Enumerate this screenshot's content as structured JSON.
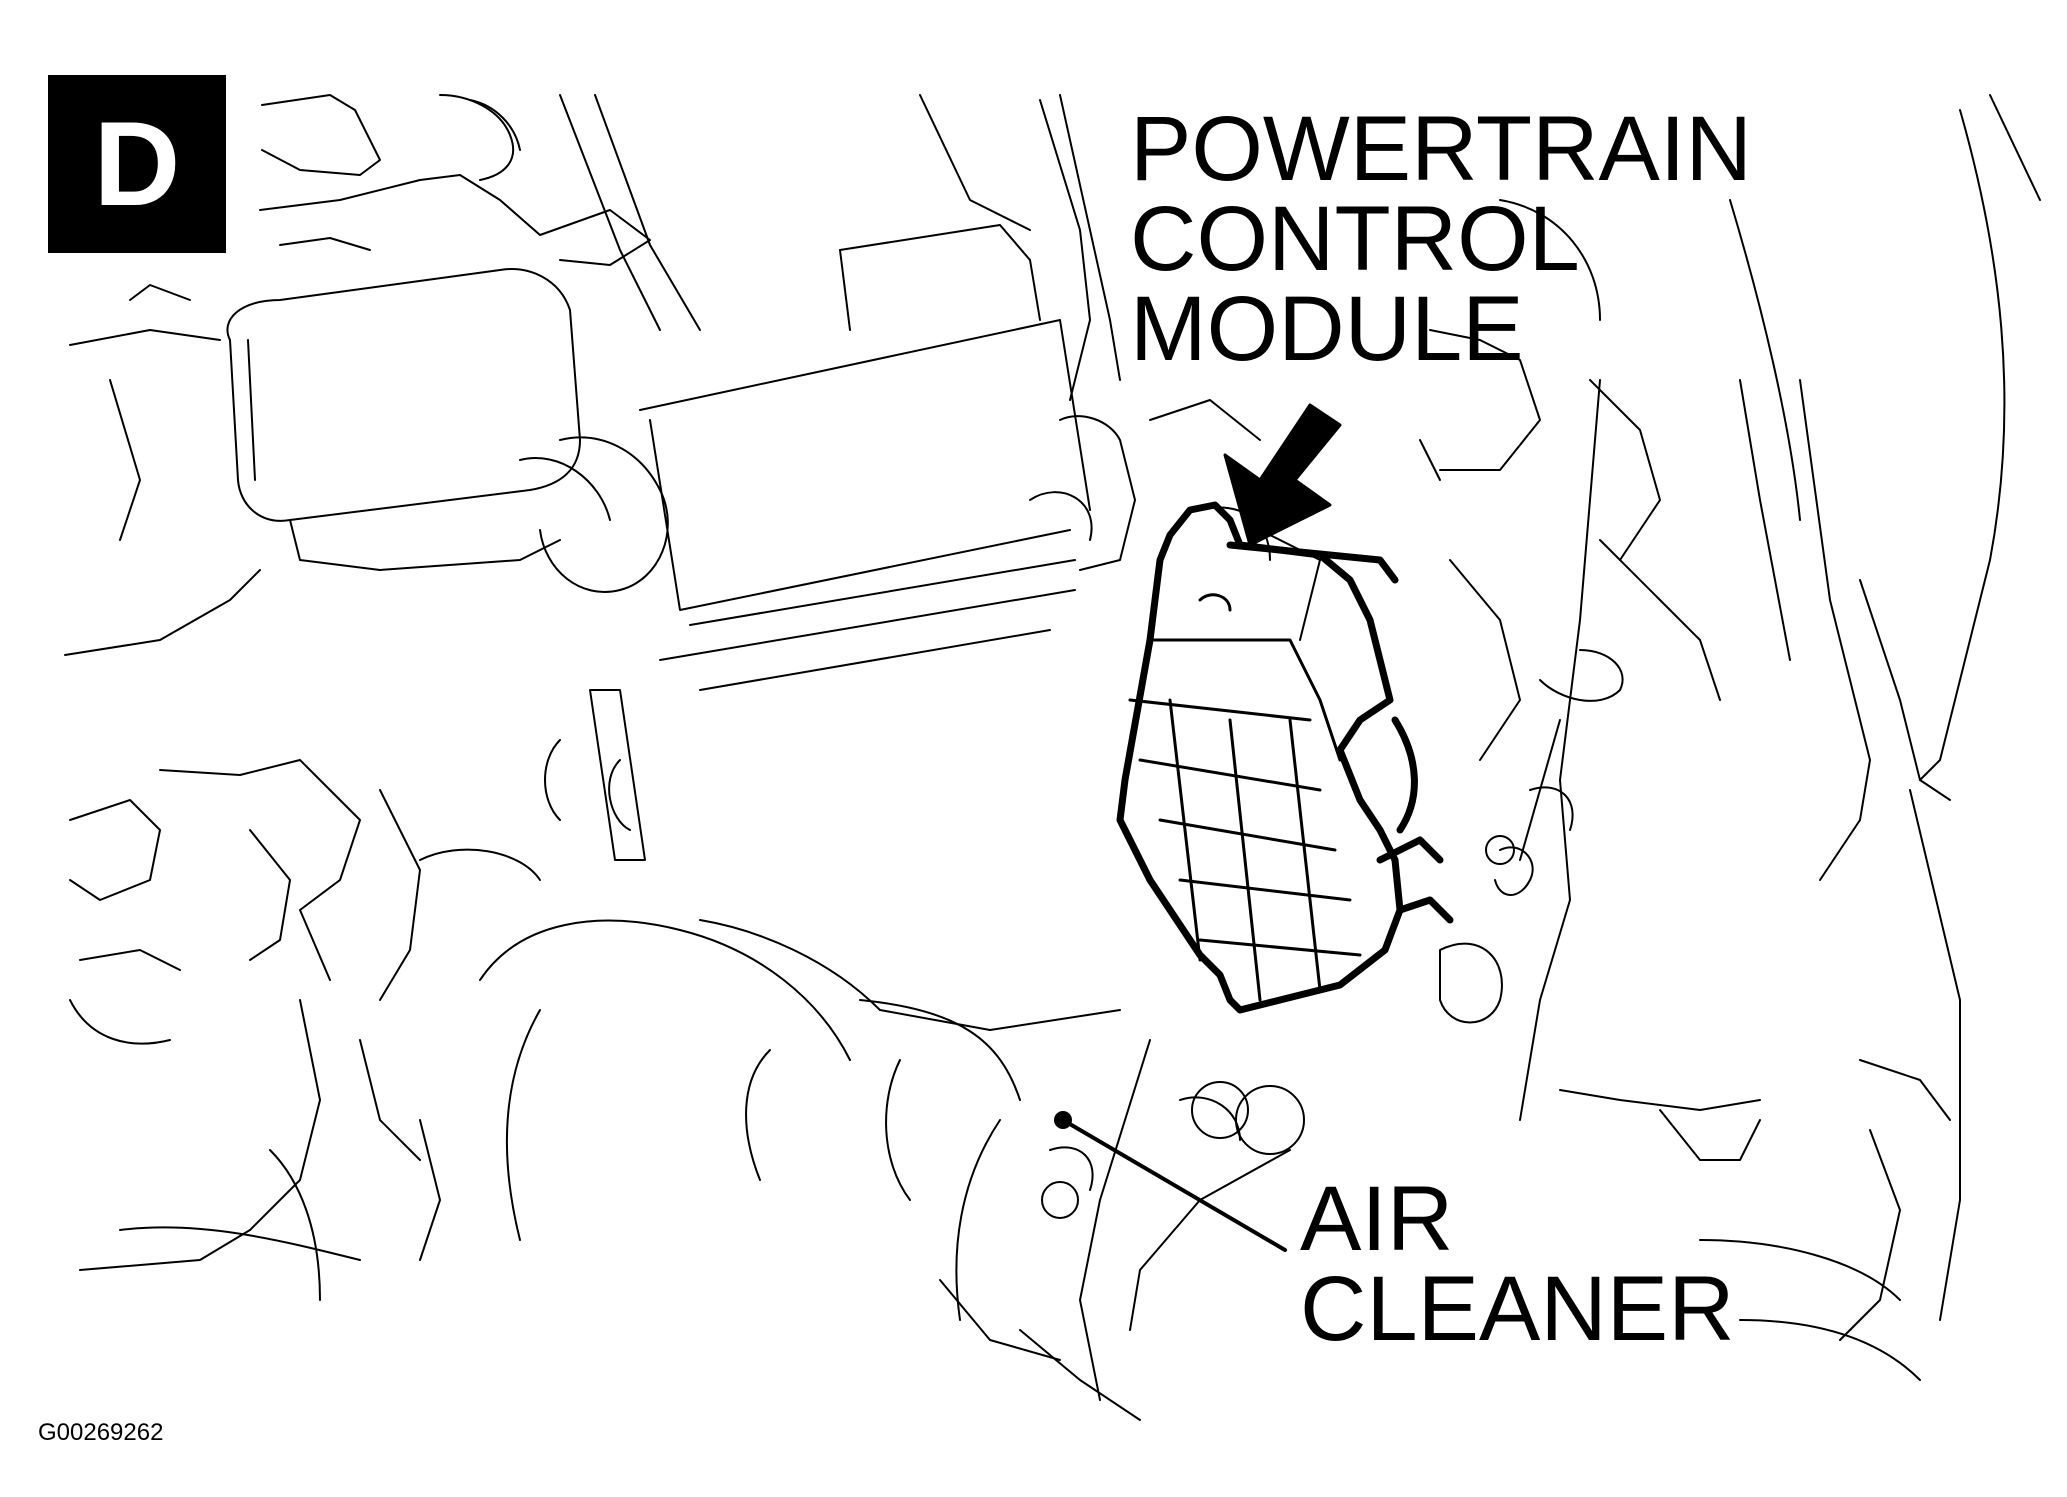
{
  "badge": {
    "letter": "D",
    "background": "#000000",
    "text_color": "#ffffff"
  },
  "labels": {
    "pcm": [
      "POWERTRAIN",
      "CONTROL",
      "MODULE"
    ],
    "air_cleaner": [
      "AIR",
      "CLEANER"
    ]
  },
  "figure_id": "G00269262",
  "colors": {
    "line": "#000000",
    "background": "#ffffff"
  }
}
